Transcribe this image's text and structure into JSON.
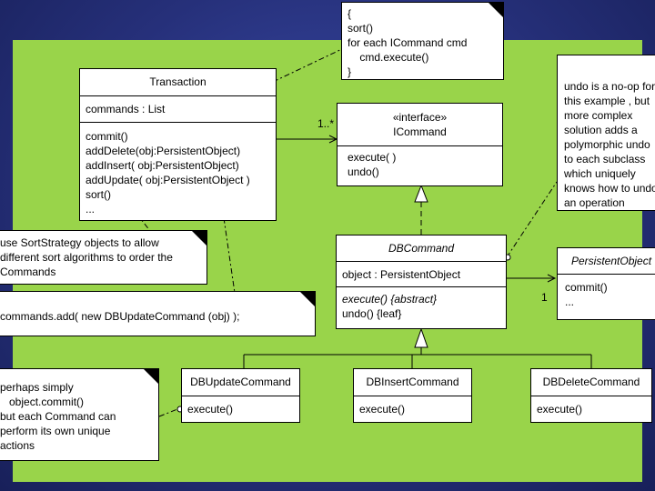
{
  "transaction": {
    "name": "Transaction",
    "attributes": [
      "commands : List"
    ],
    "operations": [
      "commit()",
      "addDelete(obj:PersistentObject)",
      "addInsert( obj:PersistentObject)",
      "addUpdate( obj:PersistentObject )",
      "sort()",
      "..."
    ]
  },
  "icommand": {
    "stereotype": "«interface»",
    "name": "ICommand",
    "operations": [
      "execute( )",
      "undo()"
    ]
  },
  "dbcommand": {
    "name": "DBCommand",
    "attributes": [
      "object : PersistentObject"
    ],
    "operations": [
      "execute() {abstract}",
      "undo() {leaf}"
    ]
  },
  "persistent_object": {
    "name": "PersistentObject",
    "operations": [
      "commit()",
      "..."
    ]
  },
  "dbupdate": {
    "name": "DBUpdateCommand",
    "operations": [
      "execute()"
    ]
  },
  "dbinsert": {
    "name": "DBInsertCommand",
    "operations": [
      "execute()"
    ]
  },
  "dbdelete": {
    "name": "DBDeleteCommand",
    "operations": [
      "execute()"
    ]
  },
  "multiplicities": {
    "commands": "1..*",
    "object": "1"
  },
  "notes": {
    "sort": [
      "{",
      "sort()",
      "for each ICommand cmd",
      "    cmd.execute()",
      "}"
    ],
    "undo": [
      "undo is a no-op for",
      "this example , but",
      "more complex",
      "solution adds a",
      "polymorphic undo",
      "to each subclass",
      "which uniquely",
      "knows how to undo",
      "an operation"
    ],
    "sortstrategy": [
      "use SortStrategy objects to allow",
      "different sort algorithms to order the",
      "Commands"
    ],
    "commands_add": [
      "commands.add( new DBUpdateCommand (obj) );"
    ],
    "perhaps": [
      "perhaps simply",
      "   object.commit()",
      "but each Command can",
      "perform its own unique",
      "actions"
    ]
  }
}
